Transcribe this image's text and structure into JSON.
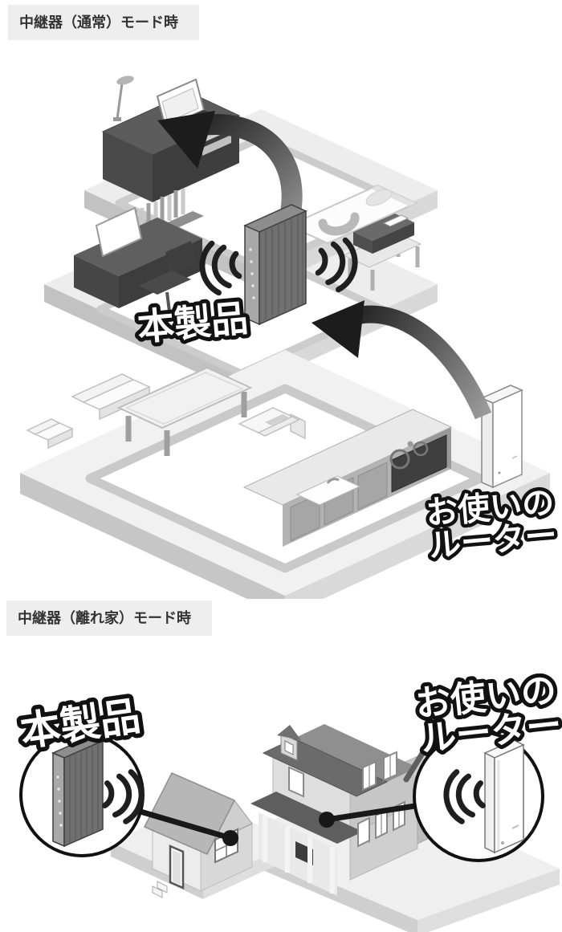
{
  "sections": {
    "normal": {
      "header": "中継器（通常）モード時",
      "labels": {
        "product": "本製品",
        "router_l1": "お使いの",
        "router_l2": "ルーター"
      }
    },
    "hanare": {
      "header": "中継器（離れ家）モード時",
      "labels": {
        "product": "本製品",
        "router_l1": "お使いの",
        "router_l2": "ルーター"
      }
    }
  },
  "colors": {
    "background": "#ffffff",
    "header_bg": "#eeeeee",
    "header_text": "#333333",
    "label_fill": "#ffffff",
    "label_outline": "#111111",
    "arrow_dark": "#1c1c1c",
    "wifi_wave": "#1f1f1f",
    "product_router_body": "#707070",
    "user_router_body": "#ffffff",
    "floor_top": "#ededed",
    "floor_side": "#c4c4c4"
  },
  "icons": {
    "wifi_waves": "three-nested-arcs",
    "signal_arrow": "thick-curved-arrow",
    "connector_dot": "filled-circle"
  }
}
